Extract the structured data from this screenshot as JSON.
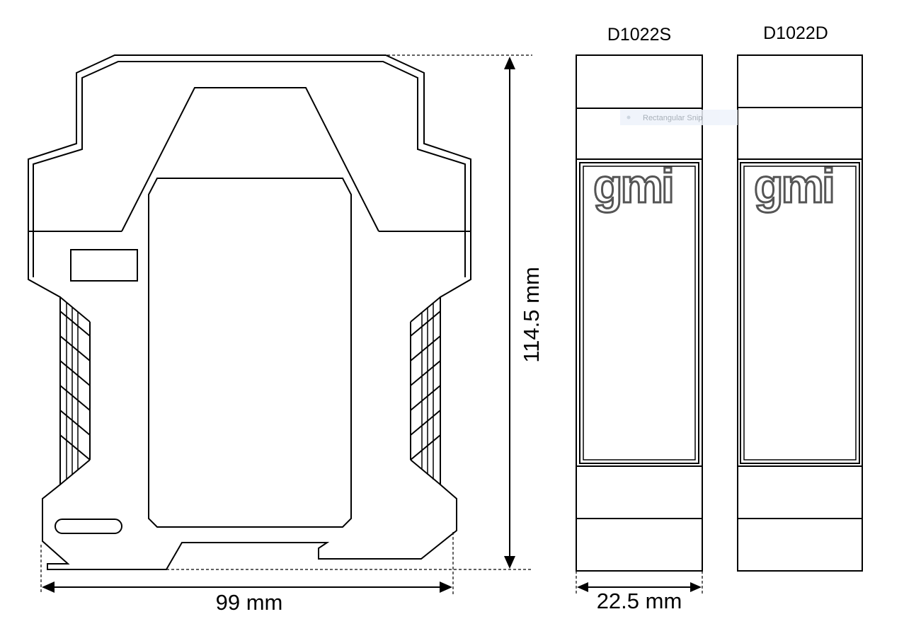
{
  "drawing": {
    "dimensions": {
      "height": "114.5 mm",
      "width": "99 mm",
      "front_width": "22.5 mm"
    },
    "models": [
      {
        "name": "D1022S",
        "logo": "gmi"
      },
      {
        "name": "D1022D",
        "logo": "gmi"
      }
    ],
    "tooltip": {
      "label": "Rectangular Snip"
    },
    "colors": {
      "line": "#000000",
      "tooltip_bg": "#eef3fb",
      "tooltip_text": "#9aa3ad",
      "logo_outline": "#555555"
    }
  }
}
